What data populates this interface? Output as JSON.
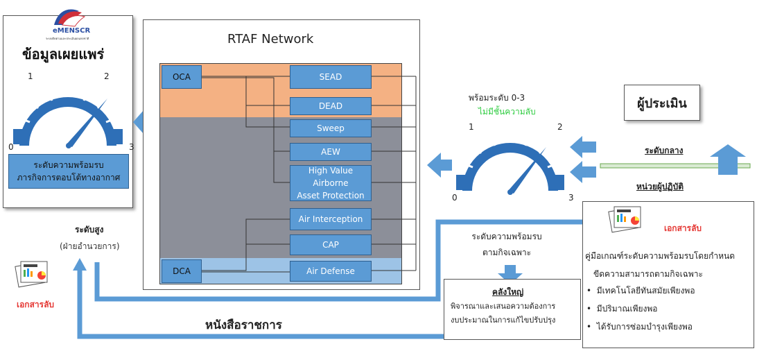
{
  "logo": {
    "name": "eMENSCR",
    "tagline": "ระบบติดตามและประเมินผลแห่งชาติ"
  },
  "left_panel": {
    "title": "ข้อมูลเผยแพร่",
    "gauge_ticks": [
      "0",
      "1",
      "2",
      "3"
    ],
    "readiness_box": "ระดับความพร้อมรบ\nภารกิจการตอบโต้ทางอากาศ"
  },
  "high_level": {
    "label": "ระดับสูง",
    "sub": "(ฝ่ายอำนวยการ)"
  },
  "secret_doc_left": "เอกสารลับ",
  "official_letter": "หนังสือราชการ",
  "network": {
    "title": "RTAF Network",
    "oca": "OCA",
    "dca": "DCA",
    "missions": [
      "SEAD",
      "DEAD",
      "Sweep",
      "AEW",
      "High Value Airborne\nAsset Protection",
      "Air Interception",
      "CAP",
      "Air Defense"
    ]
  },
  "right_gauge": {
    "ready_level": "พร้อมระดับ 0-3",
    "no_secret": "ไม่มีชั้นความลับ",
    "ticks": [
      "0",
      "1",
      "2",
      "3"
    ]
  },
  "evaluator": {
    "title": "ผู้ประเมิน",
    "mid_level": "ระดับกลาง",
    "unit": "หน่วยผู้ปฏิบัติ"
  },
  "mission_readiness": "ระดับความพร้อมรบ\nตามกิจเฉพาะ",
  "depot": {
    "title": "คลังใหญ่",
    "text": "พิจารณาและเสนอความต้องการ\nงบประมาณในการแก้ไขปรับปรุง"
  },
  "criteria": {
    "secret_doc": "เอกสารลับ",
    "title": "คู่มือเกณฑ์ระดับความพร้อมรบโดยกำหนด",
    "subtitle": "ขีดความสามารถตามกิจเฉพาะ",
    "items": [
      "มีเทคโนโลยีทันสมัยเพียงพอ",
      "มีปริมาณเพียงพอ",
      "ได้รับการซ่อมบำรุงเพียงพอ"
    ]
  },
  "colors": {
    "accent": "#5b9bd5",
    "oca_band": "#f4b183",
    "dca_band": "#9dc3e6",
    "dark_band": "#8c8f99",
    "red": "#e53935",
    "green": "#2ecc40"
  }
}
